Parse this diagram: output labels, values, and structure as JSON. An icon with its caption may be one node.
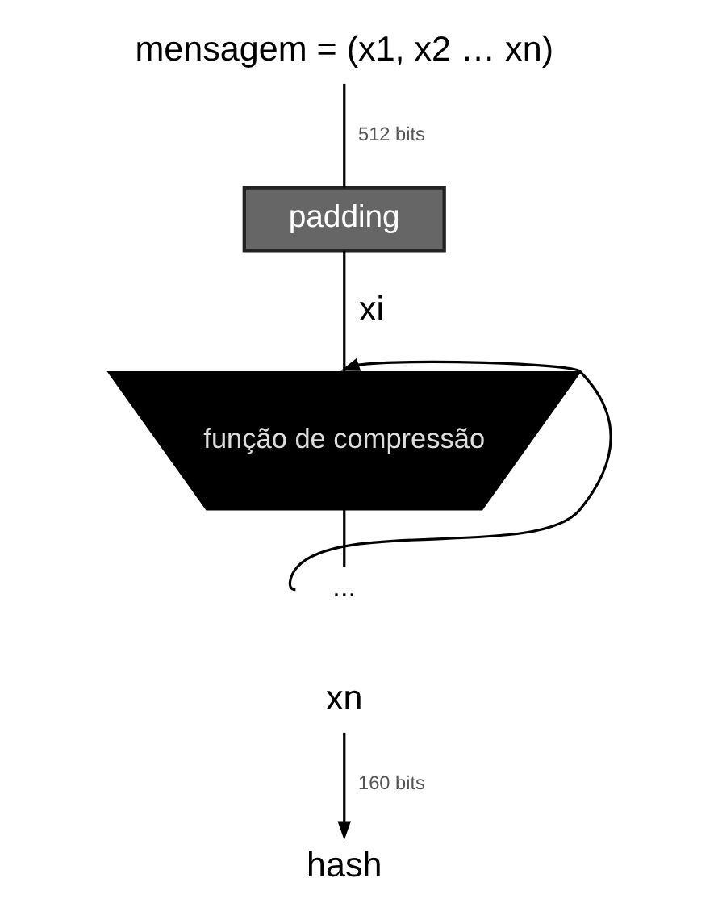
{
  "diagram": {
    "nodes": [
      {
        "text": [
          "mensagem = (x1, x2 … xn)"
        ]
      },
      {
        "text": [
          "padding"
        ]
      },
      {
        "text": [
          "função de compressão"
        ]
      },
      {
        "text": [
          "..."
        ]
      },
      {
        "text": [
          "xn"
        ]
      },
      {
        "text": [
          "hash"
        ]
      }
    ],
    "edges": [
      {
        "from": 0,
        "to": 1,
        "arrow": "none",
        "label": "512 bits"
      },
      {
        "from": 1,
        "to": 2,
        "arrow": "none",
        "label": "xi"
      },
      {
        "from": 2,
        "to": 3,
        "arrow": "none"
      },
      {
        "from": 3,
        "to": 2,
        "arrow": "to"
      },
      {
        "from": 4,
        "to": 5,
        "arrow": "to",
        "label": "160 bits"
      }
    ]
  }
}
